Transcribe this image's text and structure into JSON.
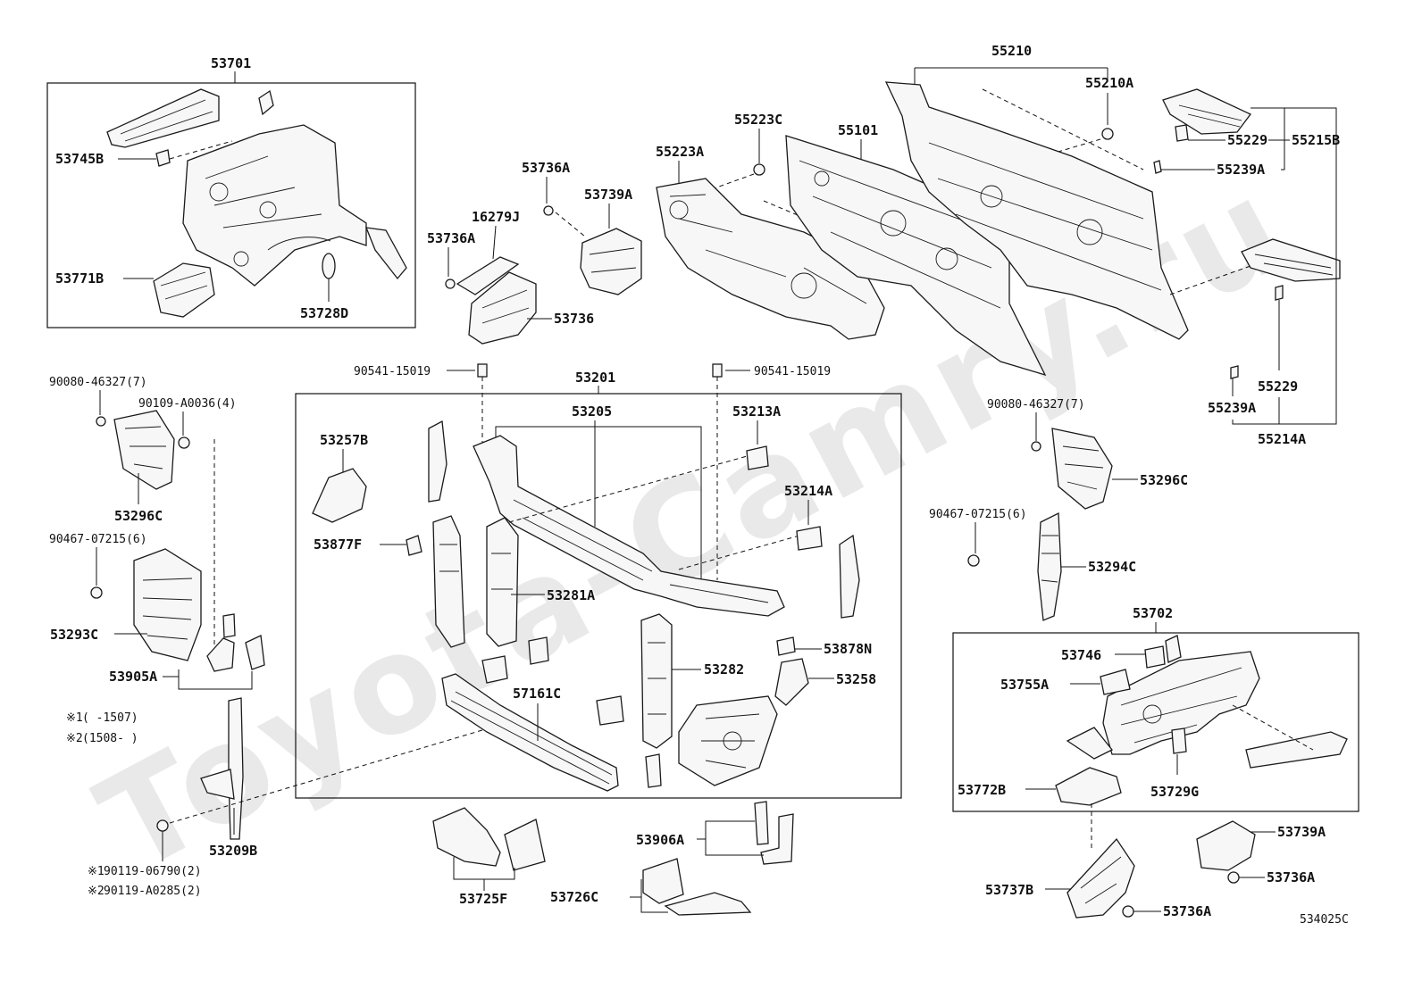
{
  "watermark": "Toyota-Camry.ru",
  "diagram_code": "534025C",
  "footnotes": {
    "note1_mark": "※1",
    "note1_range": "(      -1507)",
    "note2_mark": "※2",
    "note2_range": "(1508-      )"
  },
  "labels": {
    "p53701": "53701",
    "p53745B": "53745B",
    "p53771B": "53771B",
    "p53728D": "53728D",
    "p53736A_1": "53736A",
    "p16279J": "16279J",
    "p53736A_2": "53736A",
    "p53739A_1": "53739A",
    "p53736": "53736",
    "p55223A": "55223A",
    "p55223C": "55223C",
    "p55101": "55101",
    "p55210": "55210",
    "p55210A": "55210A",
    "p55229_1": "55229",
    "p55215B": "55215B",
    "p55239A_1": "55239A",
    "p55229_2": "55229",
    "p55239A_2": "55239A",
    "p55214A": "55214A",
    "p90080_left": "90080-46327(7)",
    "p90109": "90109-A0036(4)",
    "p53296C_1": "53296C",
    "p90467_left": "90467-07215(6)",
    "p53293C": "53293C",
    "p53905A": "53905A",
    "p53209B": "53209B",
    "p90119_1": "90119-06790(2)",
    "p90119_2": "90119-A0285(2)",
    "p90541_left": "90541-15019",
    "p90541_right": "90541-15019",
    "p53201": "53201",
    "p53205": "53205",
    "p53213A": "53213A",
    "p53257B": "53257B",
    "p53214A": "53214A",
    "p53877F": "53877F",
    "p53281A": "53281A",
    "p53878N": "53878N",
    "p53282": "53282",
    "p53258": "53258",
    "p57161C": "57161C",
    "p53725F": "53725F",
    "p53906A": "53906A",
    "p53726C": "53726C",
    "p90080_right": "90080-46327(7)",
    "p53296C_2": "53296C",
    "p90467_right": "90467-07215(6)",
    "p53294C": "53294C",
    "p53702": "53702",
    "p53746": "53746",
    "p53755A": "53755A",
    "p53772B": "53772B",
    "p53729G": "53729G",
    "p53739A_2": "53739A",
    "p53736A_3": "53736A",
    "p53737B": "53737B",
    "p53736A_4": "53736A"
  }
}
